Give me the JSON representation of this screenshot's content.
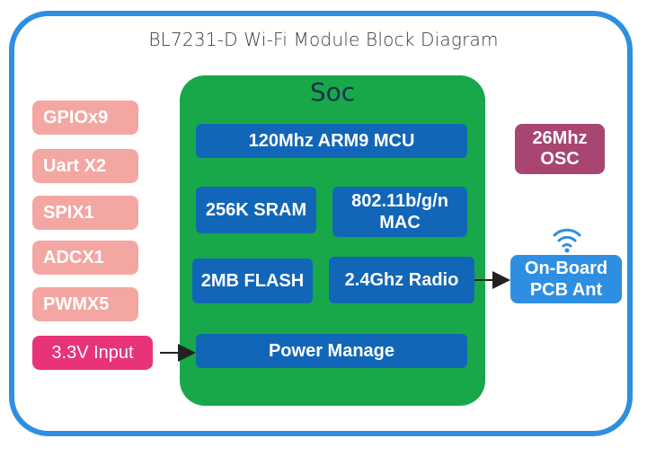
{
  "title": "BL7231-D Wi-Fi Module Block Diagram",
  "soc": {
    "label": "Soc",
    "blocks": {
      "mcu": "120Mhz ARM9 MCU",
      "sram": "256K SRAM",
      "mac": "802.11b/g/n MAC",
      "flash": "2MB FLASH",
      "radio": "2.4Ghz Radio",
      "power": "Power Manage"
    }
  },
  "peripherals": [
    "GPIOx9",
    "Uart X2",
    "SPIX1",
    "ADCX1",
    "PWMX5"
  ],
  "power_input": "3.3V Input",
  "oscillator": "26Mhz OSC",
  "antenna": "On-Board PCB Ant",
  "colors": {
    "frame": "#2e8fe2",
    "soc": "#18a84a",
    "block": "#1266b8",
    "peripheral": "#f4a6a2",
    "input": "#e8337a",
    "oscillator": "#a84572",
    "antenna": "#2e8fe2"
  },
  "icons": [
    "wifi-icon"
  ]
}
